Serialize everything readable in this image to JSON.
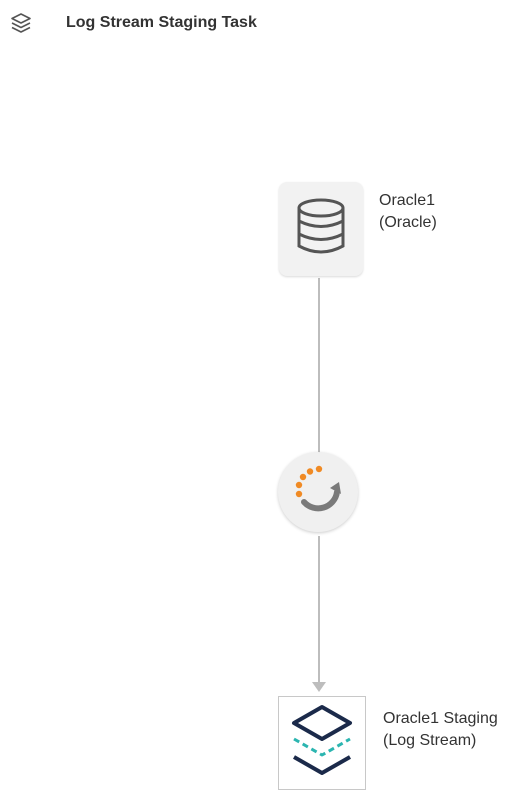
{
  "header": {
    "icon": "layers-stack-icon",
    "title": "Log Stream Staging Task"
  },
  "flow": {
    "source": {
      "icon": "database-icon",
      "name": "Oracle1",
      "type": "(Oracle)"
    },
    "process": {
      "icon": "replication-spinner-icon"
    },
    "target": {
      "icon": "log-stream-layers-icon",
      "name": "Oracle1 Staging",
      "type": "(Log Stream)"
    }
  },
  "colors": {
    "title_text": "#333333",
    "connector": "#bdbdbd",
    "node_fill": "#f2f2f2",
    "db_stroke": "#555555",
    "spinner_orange": "#f08a24",
    "spinner_gray": "#7a7a7a",
    "logstream_navy": "#1b2a4a",
    "logstream_teal": "#2bb5b0"
  }
}
